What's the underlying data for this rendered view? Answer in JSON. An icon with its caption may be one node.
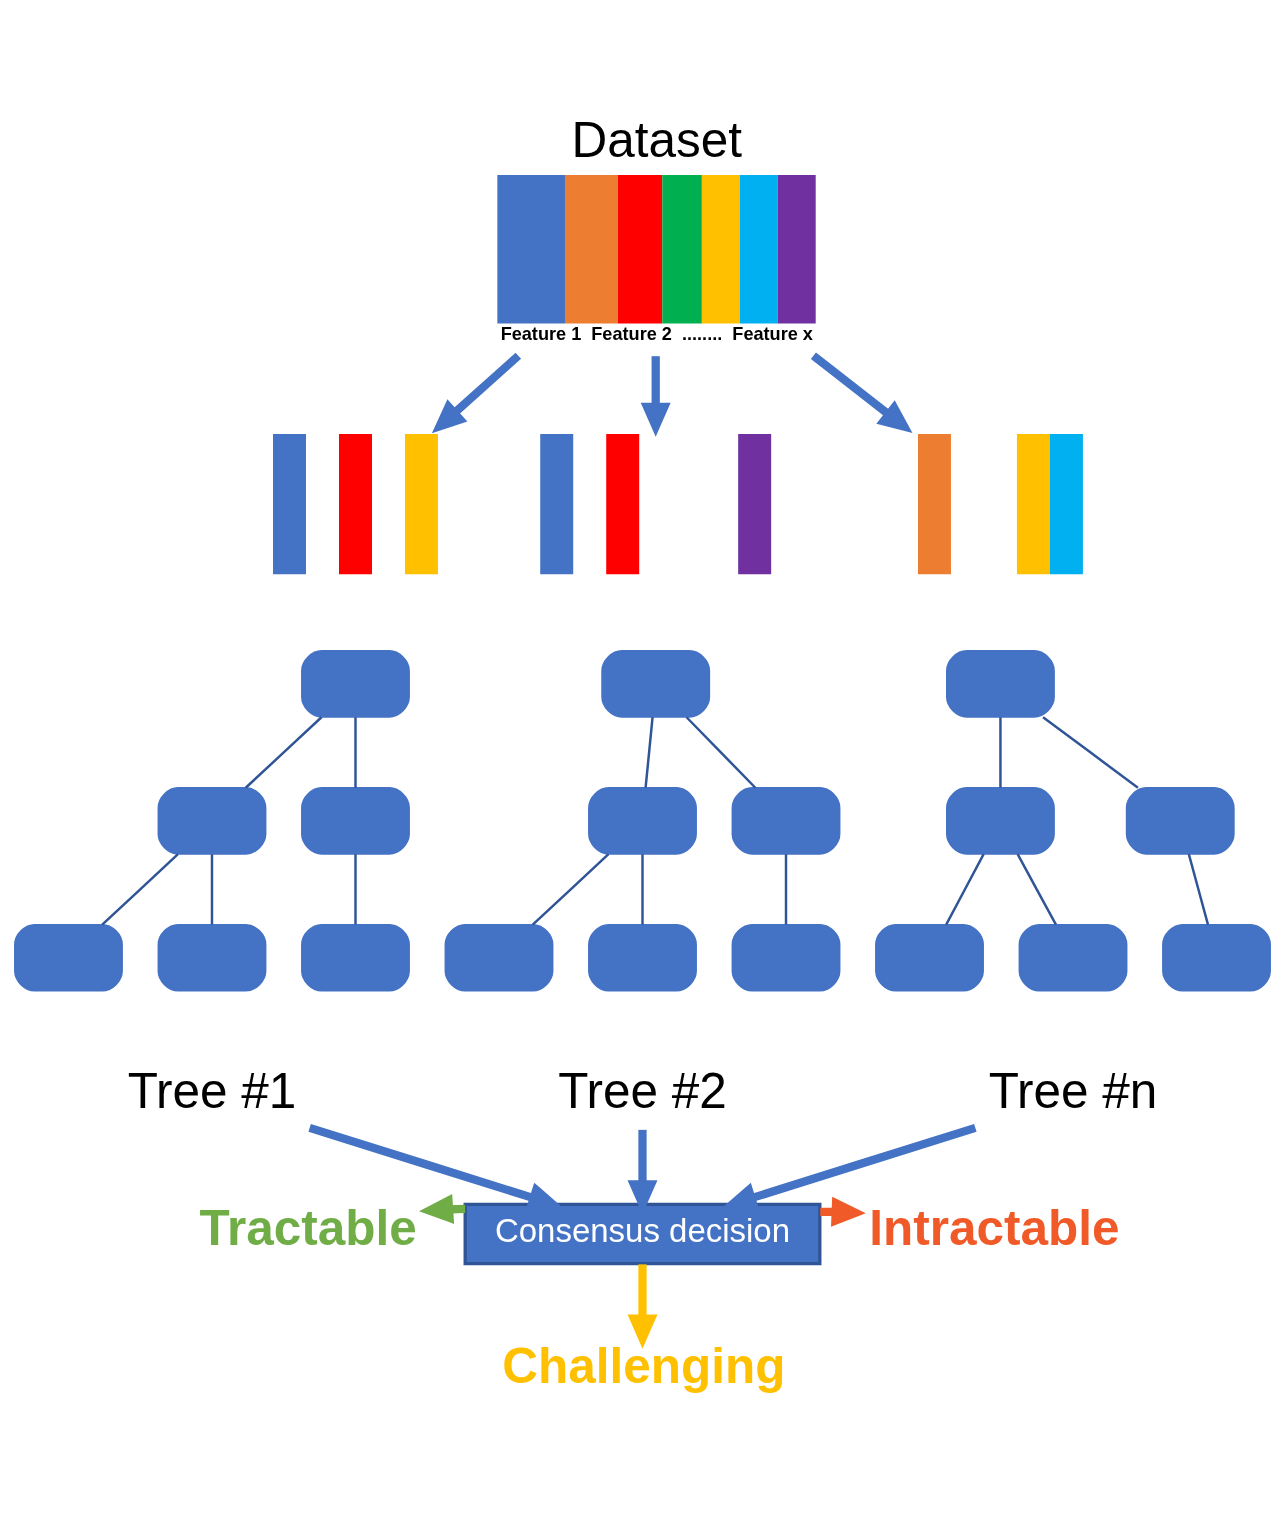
{
  "diagram": {
    "nodes": [
      {
        "text": [
          "Dataset"
        ],
        "beside": [
          "Feature 1",
          "Feature 2",
          "........",
          "Feature x"
        ]
      },
      {
        "text": [],
        "shape": "bar"
      },
      {
        "text": [],
        "shape": "box"
      },
      {
        "text": [],
        "shape": "box"
      },
      {
        "text": [],
        "shape": "box"
      },
      {
        "text": [],
        "shape": "box"
      },
      {
        "text": [],
        "shape": "box"
      },
      {
        "text": [],
        "shape": "box"
      },
      {
        "text": [
          "Tree #1"
        ]
      },
      {
        "text": [],
        "shape": "bar"
      },
      {
        "text": [],
        "shape": "box"
      },
      {
        "text": [],
        "shape": "box"
      },
      {
        "text": [],
        "shape": "box"
      },
      {
        "text": [],
        "shape": "box"
      },
      {
        "text": [],
        "shape": "box"
      },
      {
        "text": [],
        "shape": "box"
      },
      {
        "text": [
          "Tree #2"
        ]
      },
      {
        "text": [],
        "shape": "bar"
      },
      {
        "text": [],
        "shape": "box"
      },
      {
        "text": [],
        "shape": "box"
      },
      {
        "text": [],
        "shape": "box"
      },
      {
        "text": [],
        "shape": "box"
      },
      {
        "text": [],
        "shape": "box"
      },
      {
        "text": [],
        "shape": "box"
      },
      {
        "text": [
          "Tree #n"
        ]
      },
      {
        "text": [
          "Tractable"
        ]
      },
      {
        "text": [
          "Consensus decision"
        ]
      },
      {
        "text": [
          "Intractable"
        ]
      },
      {
        "text": [
          "Challenging"
        ]
      }
    ],
    "edges": [
      {
        "from": 0,
        "to": 1,
        "arrow": "to",
        "style": "thick",
        "color": "#4472c4"
      },
      {
        "from": 0,
        "to": 9,
        "arrow": "to",
        "style": "thick",
        "color": "#4472c4"
      },
      {
        "from": 0,
        "to": 17,
        "arrow": "to",
        "style": "thick",
        "color": "#4472c4"
      },
      {
        "from": 2,
        "to": 3,
        "arrow": "none"
      },
      {
        "from": 2,
        "to": 4,
        "arrow": "none"
      },
      {
        "from": 3,
        "to": 5,
        "arrow": "none"
      },
      {
        "from": 3,
        "to": 6,
        "arrow": "none"
      },
      {
        "from": 4,
        "to": 7,
        "arrow": "none"
      },
      {
        "from": 10,
        "to": 11,
        "arrow": "none"
      },
      {
        "from": 10,
        "to": 12,
        "arrow": "none"
      },
      {
        "from": 11,
        "to": 13,
        "arrow": "none"
      },
      {
        "from": 11,
        "to": 14,
        "arrow": "none"
      },
      {
        "from": 12,
        "to": 15,
        "arrow": "none"
      },
      {
        "from": 18,
        "to": 19,
        "arrow": "none"
      },
      {
        "from": 18,
        "to": 20,
        "arrow": "none"
      },
      {
        "from": 19,
        "to": 21,
        "arrow": "none"
      },
      {
        "from": 19,
        "to": 22,
        "arrow": "none"
      },
      {
        "from": 20,
        "to": 23,
        "arrow": "none"
      },
      {
        "from": 8,
        "to": 26,
        "arrow": "to",
        "style": "thick",
        "color": "#4472c4"
      },
      {
        "from": 16,
        "to": 26,
        "arrow": "to",
        "style": "thick",
        "color": "#4472c4"
      },
      {
        "from": 24,
        "to": 26,
        "arrow": "to",
        "style": "thick",
        "color": "#4472c4"
      },
      {
        "from": 26,
        "to": 25,
        "arrow": "to",
        "style": "thick",
        "color": "#70ad47"
      },
      {
        "from": 26,
        "to": 27,
        "arrow": "to",
        "style": "thick",
        "color": "#f05a28"
      },
      {
        "from": 26,
        "to": 28,
        "arrow": "to",
        "style": "thick",
        "color": "#ffc000"
      }
    ]
  }
}
